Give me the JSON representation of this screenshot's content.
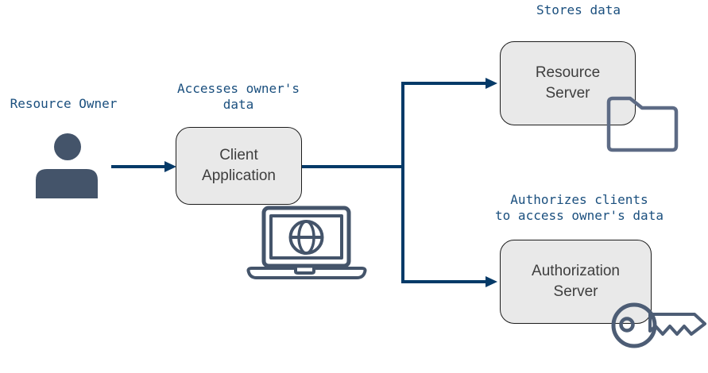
{
  "labels": {
    "stores_data": "Stores data",
    "resource_owner": "Resource Owner",
    "client_accesses": "Accesses owner's\ndata",
    "auth_purpose": "Authorizes clients\nto access owner's data"
  },
  "nodes": {
    "client": "Client\nApplication",
    "resource": "Resource\nServer",
    "authorization": "Authorization\nServer"
  },
  "icons": {
    "person": "person-icon",
    "laptop": "laptop-globe-icon",
    "folder": "folder-icon",
    "key": "key-icon"
  },
  "colors": {
    "arrow": "#053a68",
    "label_text": "#1a4f7e",
    "node_fill": "#e9e9e9",
    "node_border": "#1c1c1c",
    "node_text": "#3e3e3e",
    "person_icon": "#44546a",
    "laptop_icon": "#44546a",
    "folder_icon": "#5d6b85",
    "key_icon": "#4d5d75"
  }
}
